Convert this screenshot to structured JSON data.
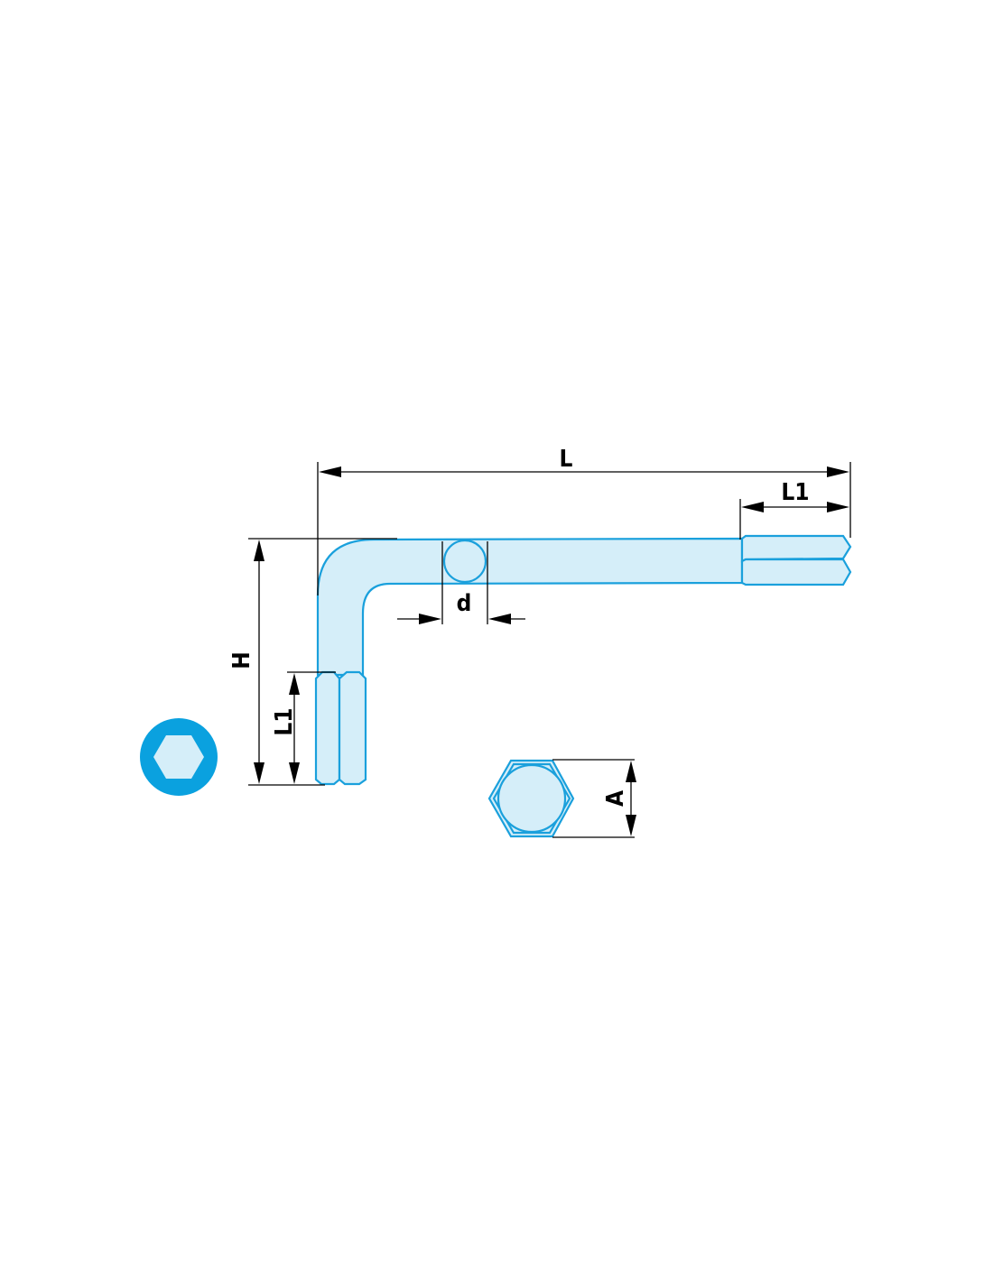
{
  "labels": {
    "length": "L",
    "tip_length_horizontal": "L1",
    "tip_length_vertical": "L1",
    "height": "H",
    "diameter": "d",
    "across_flats": "A"
  },
  "colors": {
    "tool_fill": "#d5eef9",
    "tool_outline": "#1aa0dc",
    "badge": "#0aa1df",
    "dimension": "#000000"
  },
  "icons": {
    "badge": "hex-socket-icon"
  }
}
